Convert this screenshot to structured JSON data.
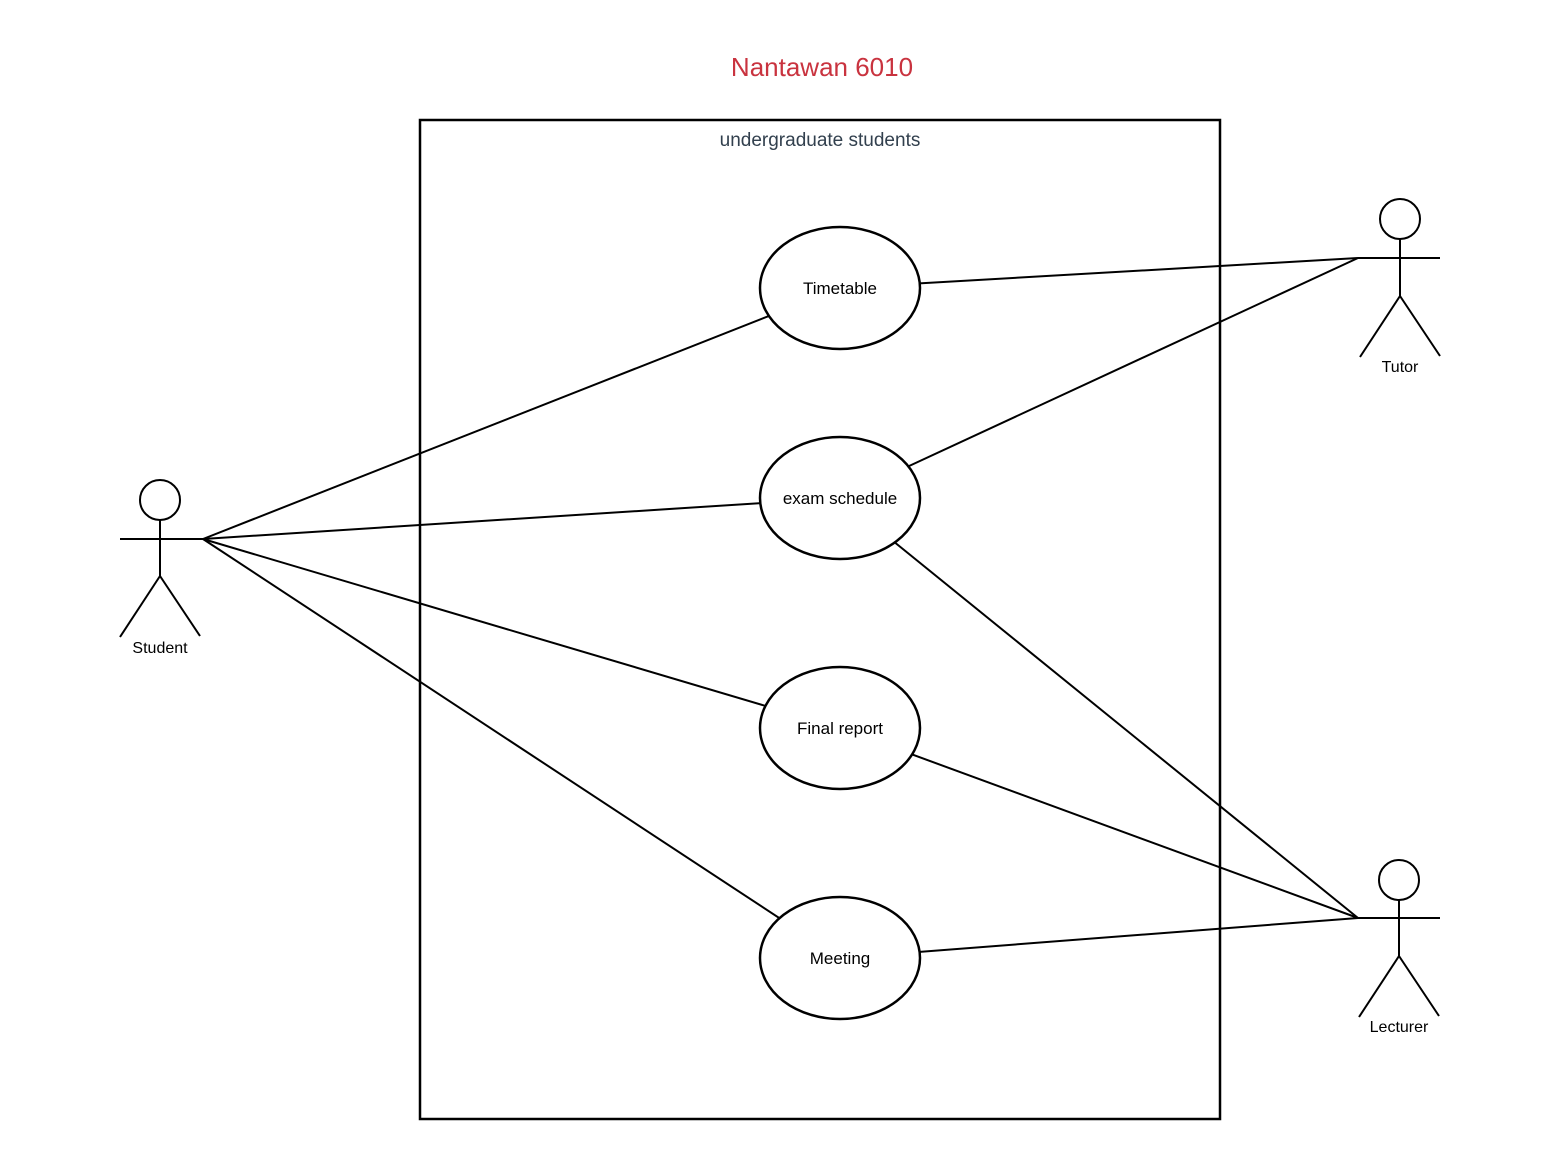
{
  "title": {
    "text": "Nantawan 6010",
    "color": "#c9333f"
  },
  "system_boundary": {
    "label": "undergraduate students",
    "label_color": "#32404e"
  },
  "use_cases": [
    {
      "id": "timetable",
      "label": "Timetable"
    },
    {
      "id": "exam_schedule",
      "label": "exam schedule"
    },
    {
      "id": "final_report",
      "label": "Final report"
    },
    {
      "id": "meeting",
      "label": "Meeting"
    }
  ],
  "actors": [
    {
      "id": "student",
      "label": "Student"
    },
    {
      "id": "tutor",
      "label": "Tutor"
    },
    {
      "id": "lecturer",
      "label": "Lecturer"
    }
  ],
  "connections": [
    {
      "from": "Student",
      "to": "Timetable"
    },
    {
      "from": "Student",
      "to": "exam schedule"
    },
    {
      "from": "Student",
      "to": "Final report"
    },
    {
      "from": "Student",
      "to": "Meeting"
    },
    {
      "from": "Tutor",
      "to": "Timetable"
    },
    {
      "from": "Tutor",
      "to": "exam schedule"
    },
    {
      "from": "Lecturer",
      "to": "exam schedule"
    },
    {
      "from": "Lecturer",
      "to": "Final report"
    },
    {
      "from": "Lecturer",
      "to": "Meeting"
    }
  ],
  "colors": {
    "stroke": "#000000",
    "background": "#ffffff"
  }
}
